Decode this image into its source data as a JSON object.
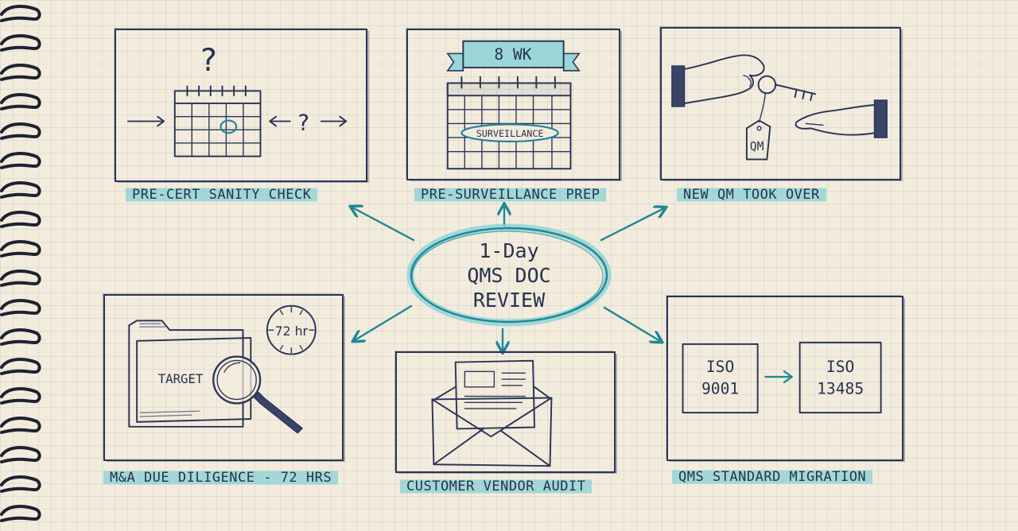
{
  "center": {
    "lines": [
      "1-Day",
      "QMS DOC",
      "REVIEW"
    ]
  },
  "panels": [
    {
      "id": "pre-cert",
      "caption": "PRE-CERT SANITY CHECK",
      "icons": [
        "question-mark-icon",
        "calendar-icon",
        "arrow-right-icon"
      ],
      "glyphs": {
        "question": "?",
        "arrow_question": "?"
      }
    },
    {
      "id": "pre-surveillance",
      "caption": "PRE-SURVEILLANCE PREP",
      "icons": [
        "banner-icon",
        "calendar-icon"
      ],
      "banner": "8 WK",
      "calendar_label": "SURVEILLANCE"
    },
    {
      "id": "new-qm",
      "caption": "NEW QM TOOK OVER",
      "icons": [
        "handing-over-key-icon",
        "key-tag-icon"
      ],
      "tag": "QM"
    },
    {
      "id": "due-diligence",
      "caption": "M&A DUE DILIGENCE - 72 HRS",
      "icons": [
        "folder-icon",
        "magnifying-glass-icon",
        "clock-icon"
      ],
      "folder_label": "TARGET",
      "clock": "72 hr"
    },
    {
      "id": "vendor-audit",
      "caption": "CUSTOMER VENDOR AUDIT",
      "icons": [
        "envelope-icon",
        "document-icon"
      ]
    },
    {
      "id": "migration",
      "caption": "QMS STANDARD MIGRATION",
      "icons": [
        "arrow-right-icon"
      ],
      "from": [
        "ISO",
        "9001"
      ],
      "to": [
        "ISO",
        "13485"
      ]
    }
  ],
  "colors": {
    "ink": "#2b3557",
    "teal": "#1f8797",
    "highlight": "#78cdd2",
    "paper": "#f3ecdd"
  }
}
